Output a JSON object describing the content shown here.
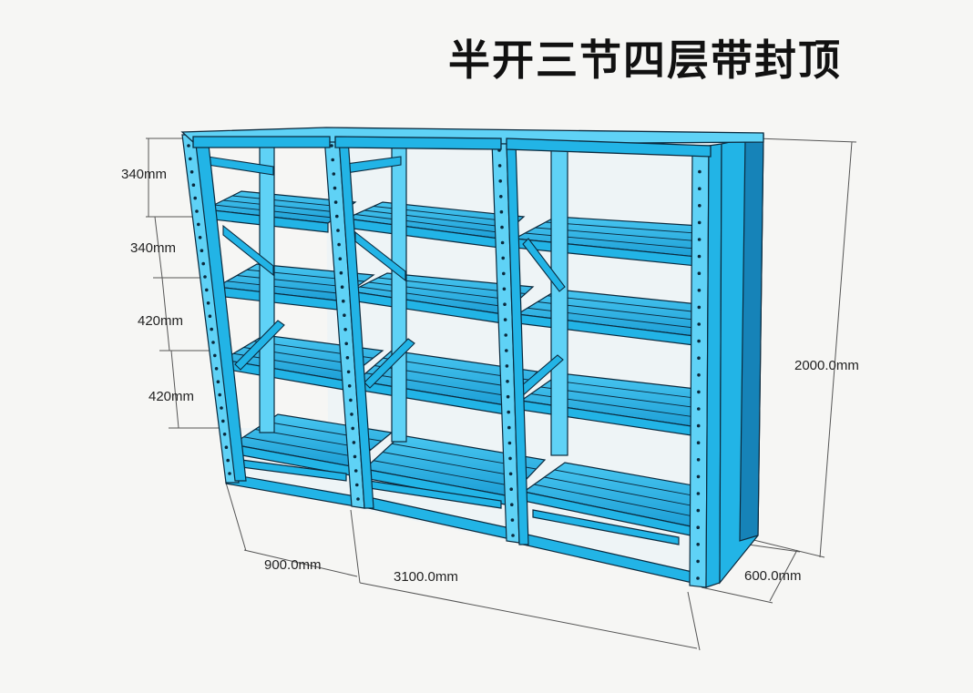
{
  "title": "半开三节四层带封顶",
  "dimensions": {
    "shelf_gap_1": "340mm",
    "shelf_gap_2": "340mm",
    "shelf_gap_3": "420mm",
    "shelf_gap_4": "420mm",
    "section_width": "900.0mm",
    "total_length": "3100.0mm",
    "depth": "600.0mm",
    "height": "2000.0mm"
  },
  "colors": {
    "frame": "#22b4e6",
    "frame_dark": "#1683b8",
    "frame_light": "#5fd2f6",
    "outline": "#0b2a3e",
    "dimension_line": "#555555"
  }
}
